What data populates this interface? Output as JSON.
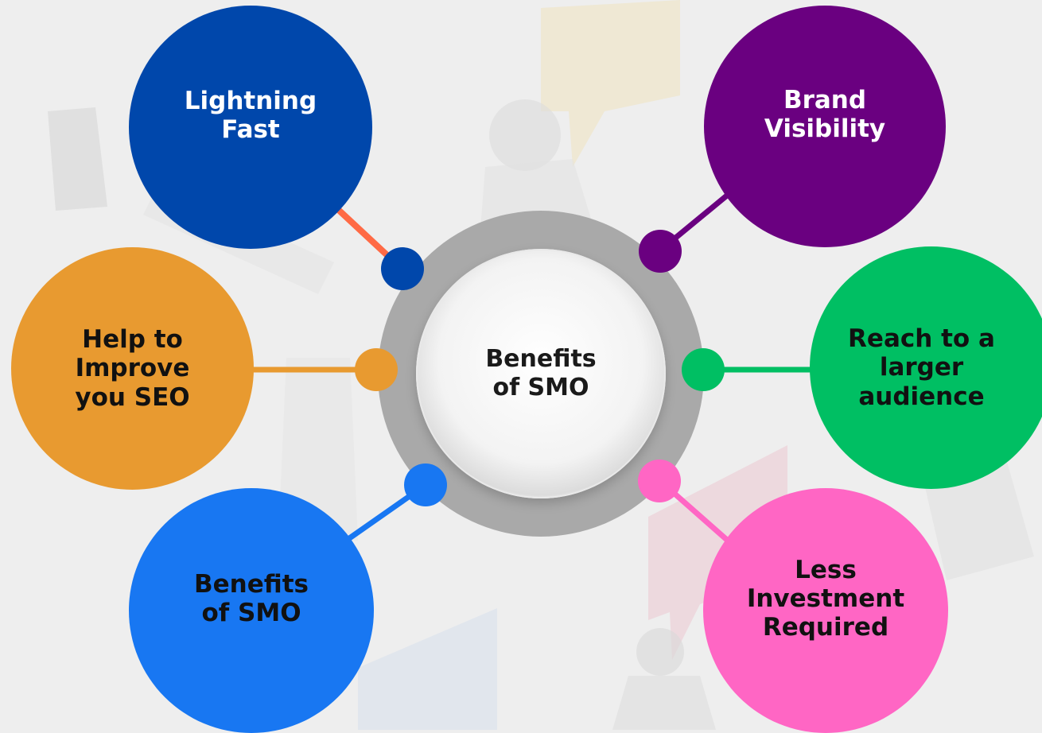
{
  "center": {
    "label": "Benefits\nof SMO",
    "ring_color": "#a9a9a9"
  },
  "nodes": [
    {
      "id": "lightning-fast",
      "label": "Lightning\nFast",
      "color": "#0047AB",
      "text_color": "#ffffff",
      "connector_color": "#FF6A45",
      "dot_color": "#0047AB"
    },
    {
      "id": "brand-visibility",
      "label": "Brand\nVisibility",
      "color": "#6A0080",
      "text_color": "#ffffff",
      "connector_color": "#6A0080",
      "dot_color": "#6A0080"
    },
    {
      "id": "help-improve-seo",
      "label": "Help to\nImprove\nyou SEO",
      "color": "#E89A30",
      "text_color": "#111111",
      "connector_color": "#E89A30",
      "dot_color": "#E89A30"
    },
    {
      "id": "reach-larger-audience",
      "label": "Reach to a\nlarger\naudience",
      "color": "#00BF63",
      "text_color": "#111111",
      "connector_color": "#00BF63",
      "dot_color": "#00BF63"
    },
    {
      "id": "benefits-smo-node",
      "label": "Benefits\nof SMO",
      "color": "#1877F2",
      "text_color": "#111111",
      "connector_color": "#1877F2",
      "dot_color": "#1877F2"
    },
    {
      "id": "less-investment",
      "label": "Less\nInvestment\nRequired",
      "color": "#FF66C4",
      "text_color": "#111111",
      "connector_color": "#FF66C4",
      "dot_color": "#FF66C4"
    }
  ]
}
